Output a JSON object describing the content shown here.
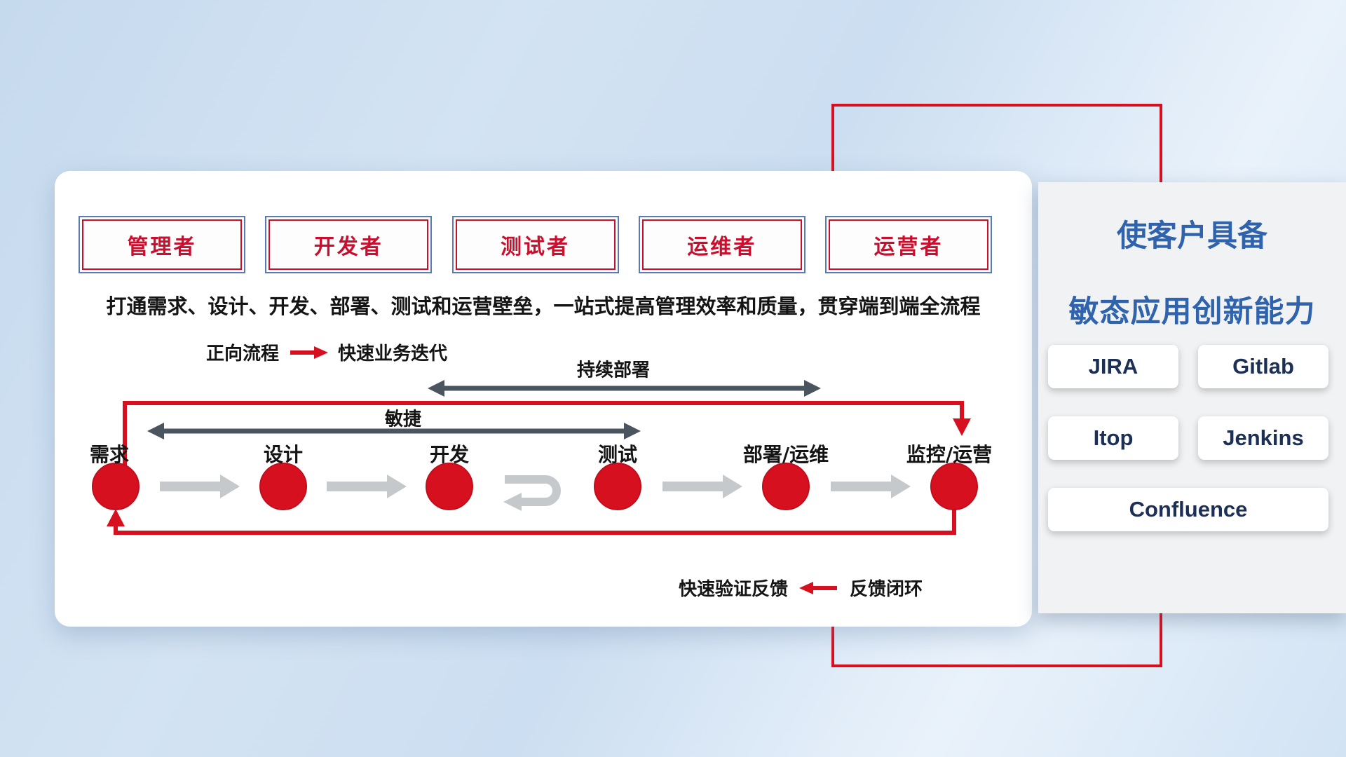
{
  "colors": {
    "red": "#d6101f",
    "box_border_blue": "#5b79b2",
    "role_text_red": "#c8102e",
    "title_blue": "#2f63ad",
    "dark_arrow": "#4a5560",
    "gray_arrow": "#c6c9cc",
    "tool_text": "#1c2f55"
  },
  "roles": [
    {
      "label": "管理者"
    },
    {
      "label": "开发者"
    },
    {
      "label": "测试者"
    },
    {
      "label": "运维者"
    },
    {
      "label": "运营者"
    }
  ],
  "description": "打通需求、设计、开发、部署、测试和运营壁垒，一站式提高管理效率和质量，贯穿端到端全流程",
  "legend_forward": {
    "label": "正向流程",
    "value": "快速业务迭代"
  },
  "legend_feedback": {
    "label": "快速验证反馈",
    "value": "反馈闭环"
  },
  "flow": {
    "deploy_arrow_label": "持续部署",
    "agile_arrow_label": "敏捷",
    "nodes": [
      "需求",
      "设计",
      "开发",
      "测试",
      "部署/运维",
      "监控/运营"
    ]
  },
  "right_panel": {
    "title_line1": "使客户具备",
    "title_line2": "敏态应用创新能力",
    "tools": [
      "JIRA",
      "Gitlab",
      "Itop",
      "Jenkins",
      "Confluence"
    ]
  }
}
